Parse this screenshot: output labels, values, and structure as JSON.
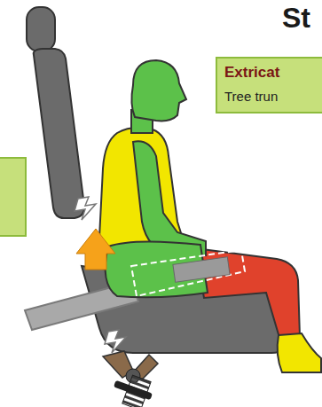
{
  "diagram": {
    "title": "St",
    "nodes": [
      {
        "text": [
          "Extricat",
          "Tree trun"
        ]
      }
    ]
  }
}
